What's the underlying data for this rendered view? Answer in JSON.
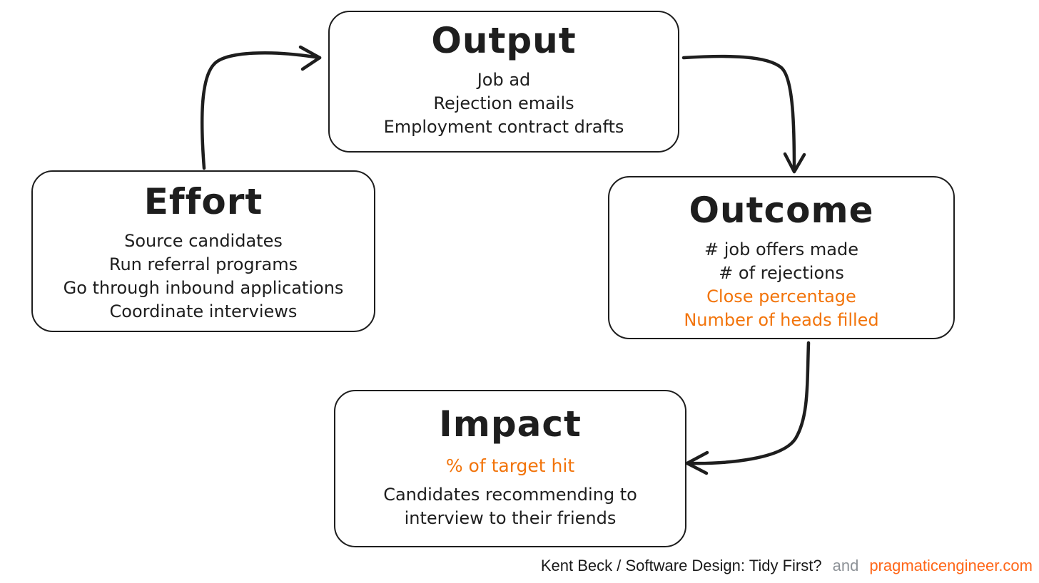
{
  "colors": {
    "ink": "#1e1e1e",
    "highlight_orange": "#f2740b",
    "link_orange": "#ff6719",
    "muted_gray": "#8d9297",
    "background": "#ffffff"
  },
  "nodes": {
    "output": {
      "title": "Output",
      "items": [
        {
          "text": "Job ad",
          "highlight": false
        },
        {
          "text": "Rejection emails",
          "highlight": false
        },
        {
          "text": "Employment contract drafts",
          "highlight": false
        }
      ]
    },
    "effort": {
      "title": "Effort",
      "items": [
        {
          "text": "Source candidates",
          "highlight": false
        },
        {
          "text": "Run referral programs",
          "highlight": false
        },
        {
          "text": "Go through inbound applications",
          "highlight": false
        },
        {
          "text": "Coordinate interviews",
          "highlight": false
        }
      ]
    },
    "outcome": {
      "title": "Outcome",
      "items": [
        {
          "text": "# job offers made",
          "highlight": false
        },
        {
          "text": "# of rejections",
          "highlight": false
        },
        {
          "text": "Close percentage",
          "highlight": true
        },
        {
          "text": "Number of heads filled",
          "highlight": true
        }
      ]
    },
    "impact": {
      "title": "Impact",
      "items": [
        {
          "text": "% of target hit",
          "highlight": true
        },
        {
          "text": "Candidates recommending to",
          "highlight": false
        },
        {
          "text": "interview to their friends",
          "highlight": false
        }
      ]
    }
  },
  "edges": [
    {
      "from": "Effort",
      "to": "Output"
    },
    {
      "from": "Output",
      "to": "Outcome"
    },
    {
      "from": "Outcome",
      "to": "Impact"
    }
  ],
  "footer": {
    "attribution": "Kent Beck / Software Design: Tidy First?",
    "conjunction": "and",
    "link": "pragmaticengineer.com"
  }
}
